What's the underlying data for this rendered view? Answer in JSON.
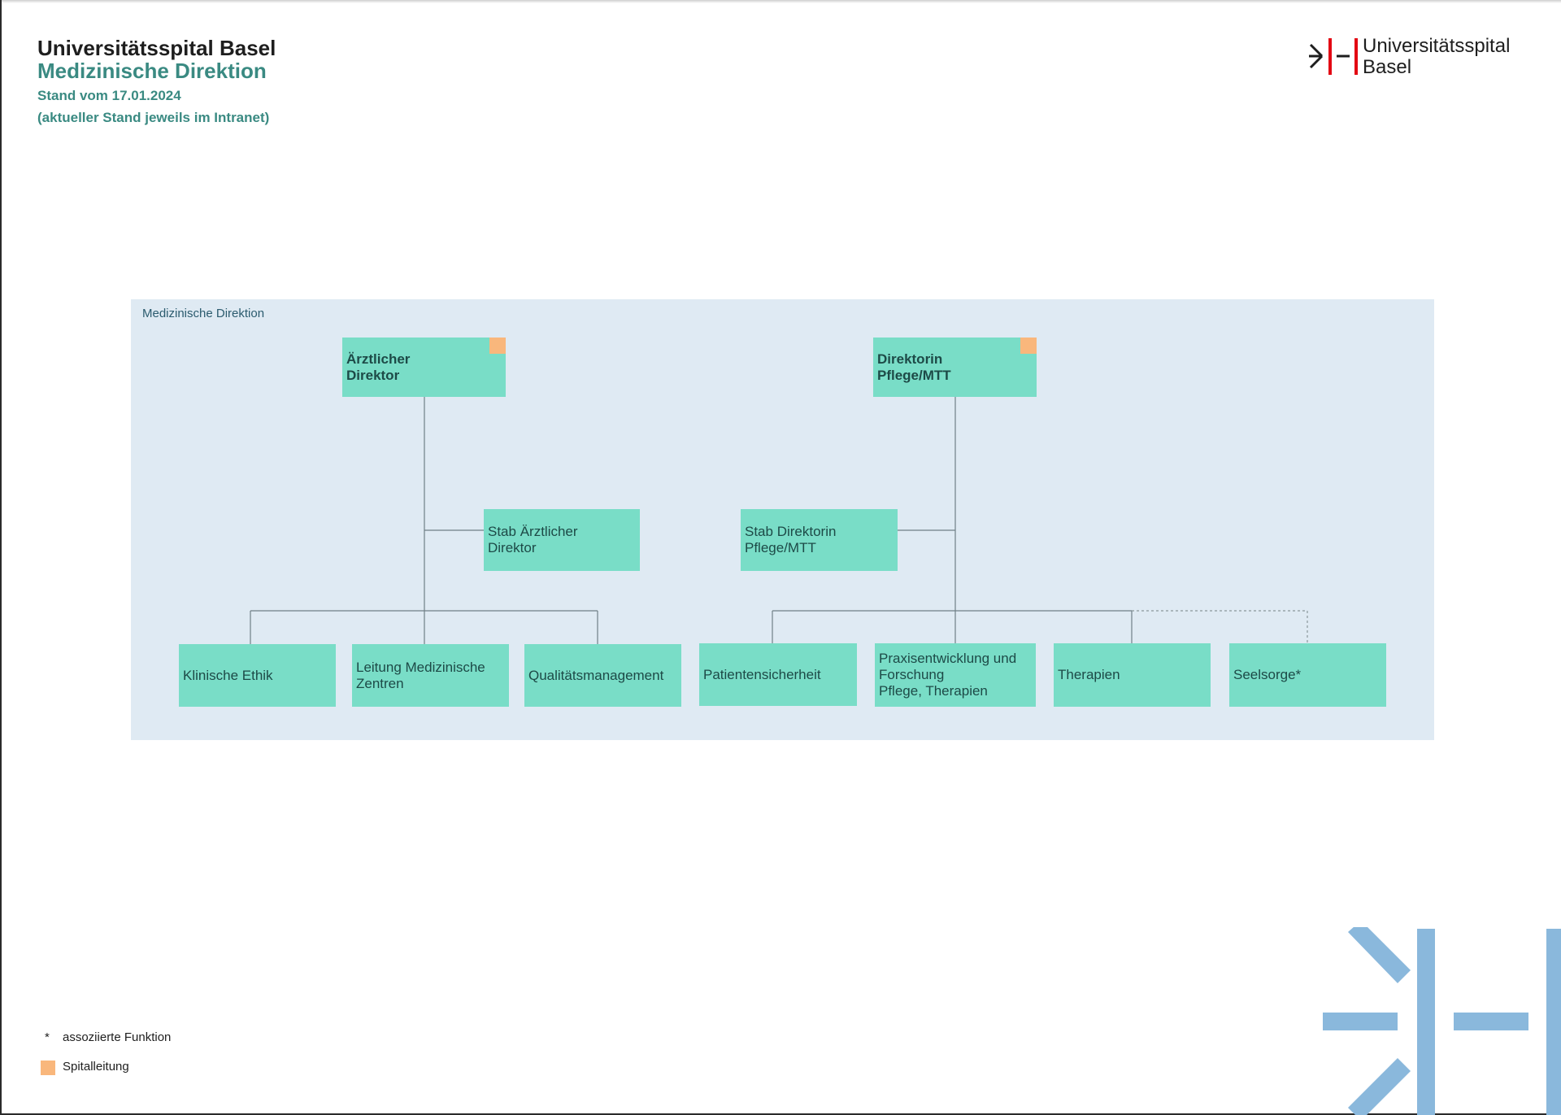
{
  "header": {
    "title": "Universitätsspital Basel",
    "subtitle": "Medizinische Direktion",
    "date": "Stand vom 17.01.2024",
    "note": "(aktueller Stand jeweils im Intranet)"
  },
  "logo": {
    "line1": "Universitätsspital",
    "line2": "Basel"
  },
  "panel": {
    "label": "Medizinische Direktion"
  },
  "orgchart": {
    "top_left": "Ärztlicher\nDirektor",
    "top_right": "Direktorin\nPflege/MTT",
    "staff_left": "Stab Ärztlicher\nDirektor",
    "staff_right": "Stab Direktorin\nPflege/MTT",
    "units_left": [
      "Klinische Ethik",
      "Leitung Medizinische\nZentren",
      "Qualitätsmanagement"
    ],
    "units_right": [
      "Patientensicherheit",
      "Praxisentwicklung und\nForschung\nPflege, Therapien",
      "Therapien",
      "Seelsorge*"
    ]
  },
  "legend": {
    "asterisk_symbol": "*",
    "asterisk_text": "assoziierte Funktion",
    "swatch_text": "Spitalleitung"
  },
  "colors": {
    "box": "#79ddc7",
    "panel": "#dfeaf3",
    "spitalleitung": "#f9b77c",
    "accent_text": "#3a8a82",
    "logo_red": "#e30613",
    "watermark_blue": "#8ab8dc"
  }
}
